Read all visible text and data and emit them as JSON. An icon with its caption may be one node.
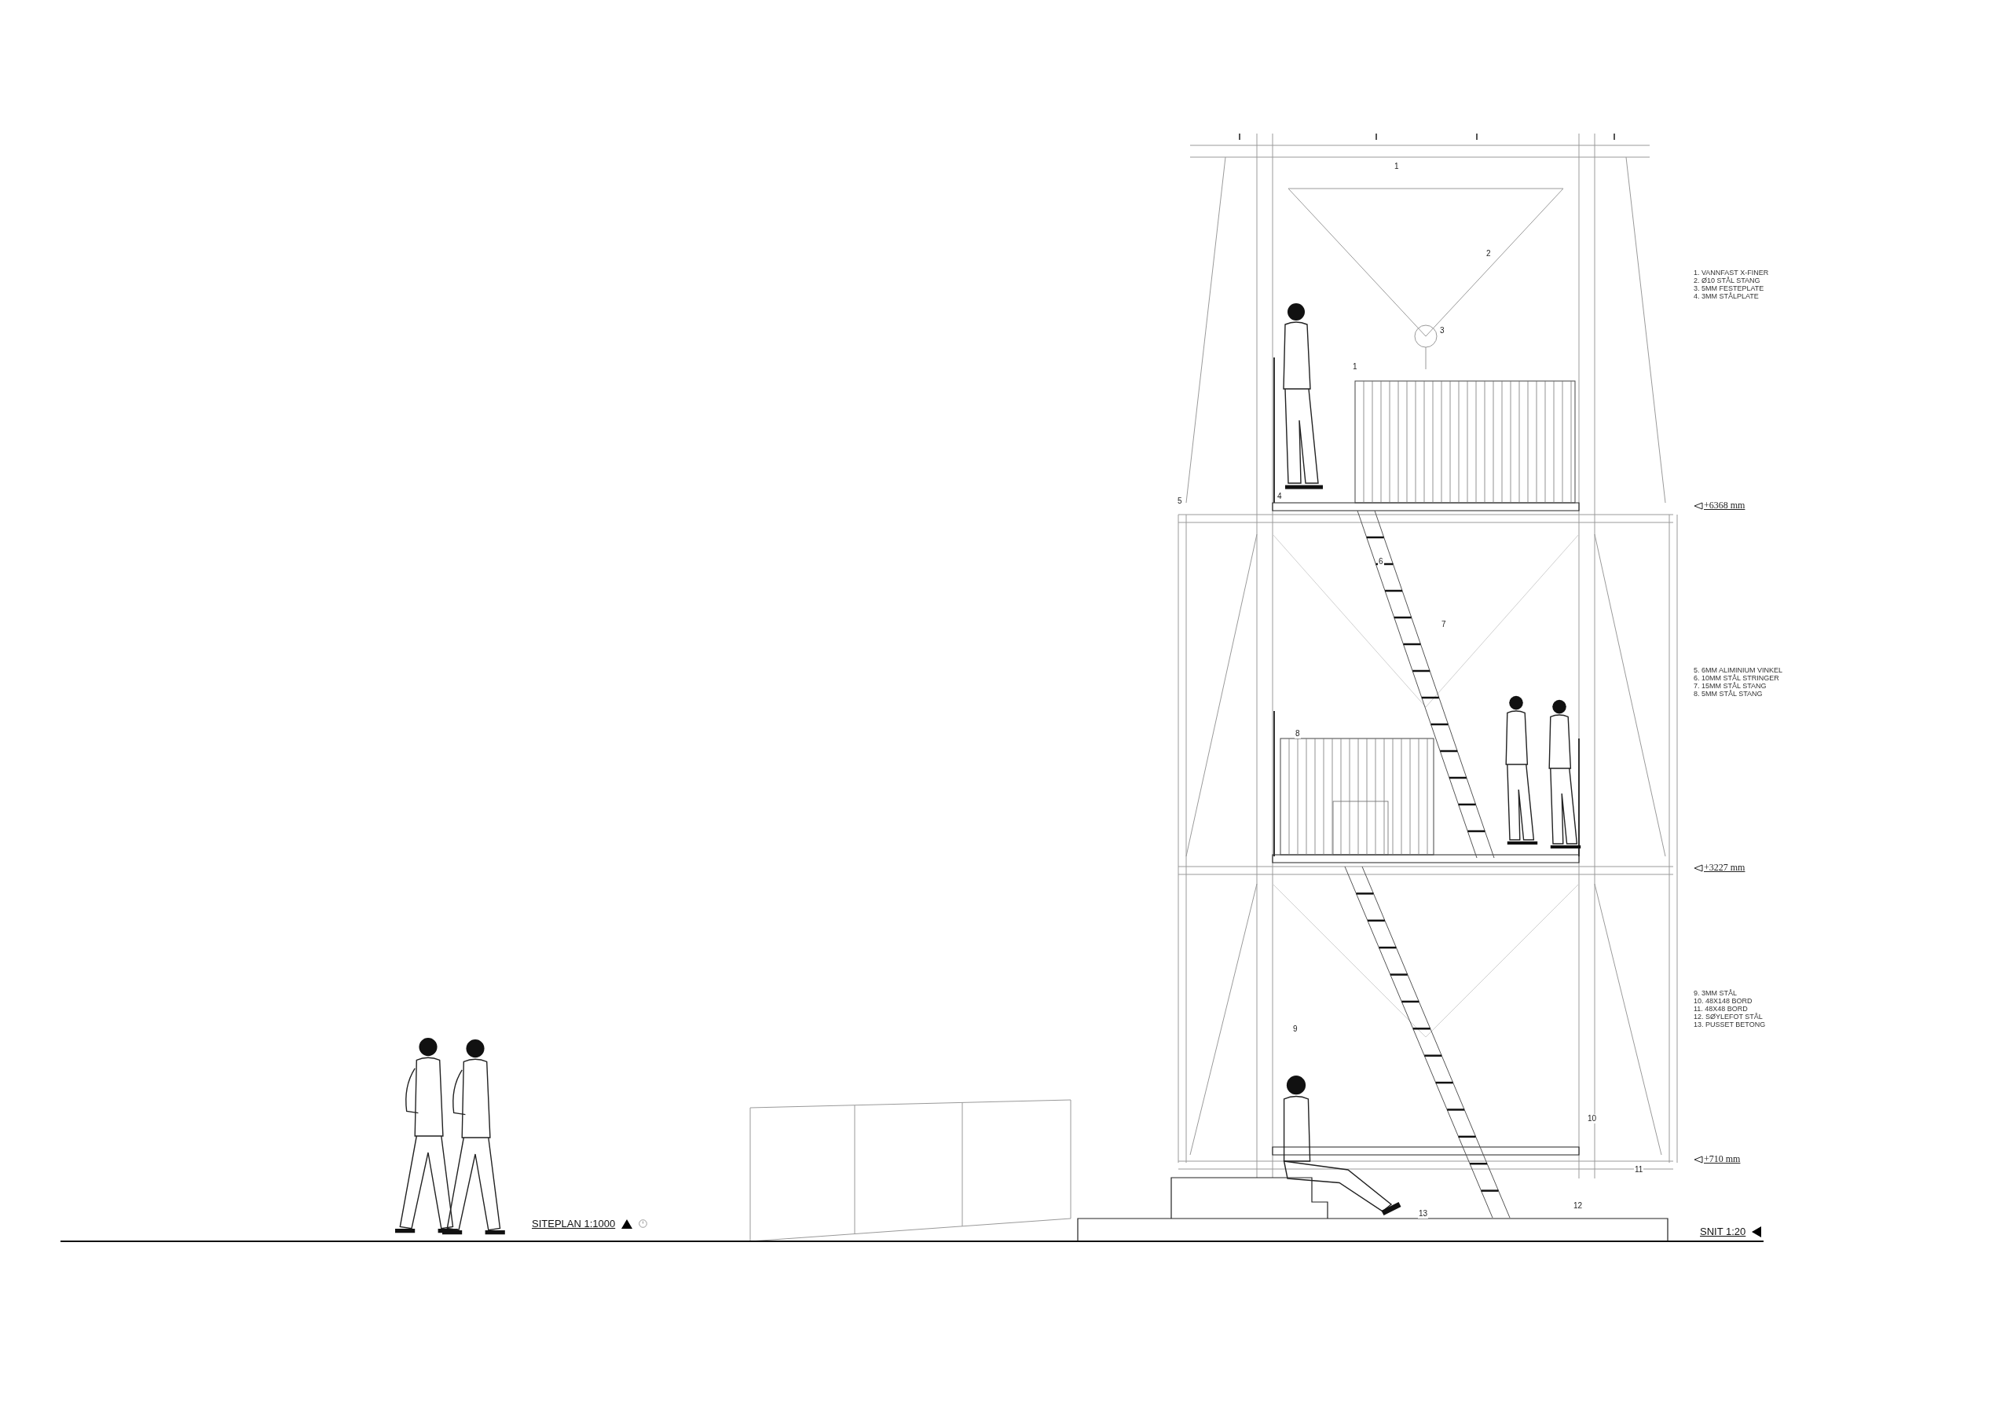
{
  "diagram": {
    "labels": [
      "1",
      "1. VANNFAST X-FINER",
      "2. Ø10 STÅL STANG",
      "3. 5MM FESTEPLATE",
      "4. 3MM STÅLPLATE",
      "2",
      "3",
      "1",
      "4",
      "5",
      "+6368 mm",
      "6",
      "7",
      "5. 6MM ALIMINIUM VINKEL",
      "6. 10MM STÅL STRINGER",
      "7. 15MM STÅL STANG",
      "8. 5MM STÅL STANG",
      "8",
      "+3227 mm",
      "9. 3MM STÅL",
      "10. 48X148 BORD",
      "11. 48X48 BORD",
      "12. SØYLEFOT STÅL",
      "13. PUSSET BETONG",
      "9",
      "10",
      "+710 mm",
      "11",
      "12",
      "13",
      "SITEPLAN 1:1000",
      "SNIT 1:20"
    ]
  }
}
